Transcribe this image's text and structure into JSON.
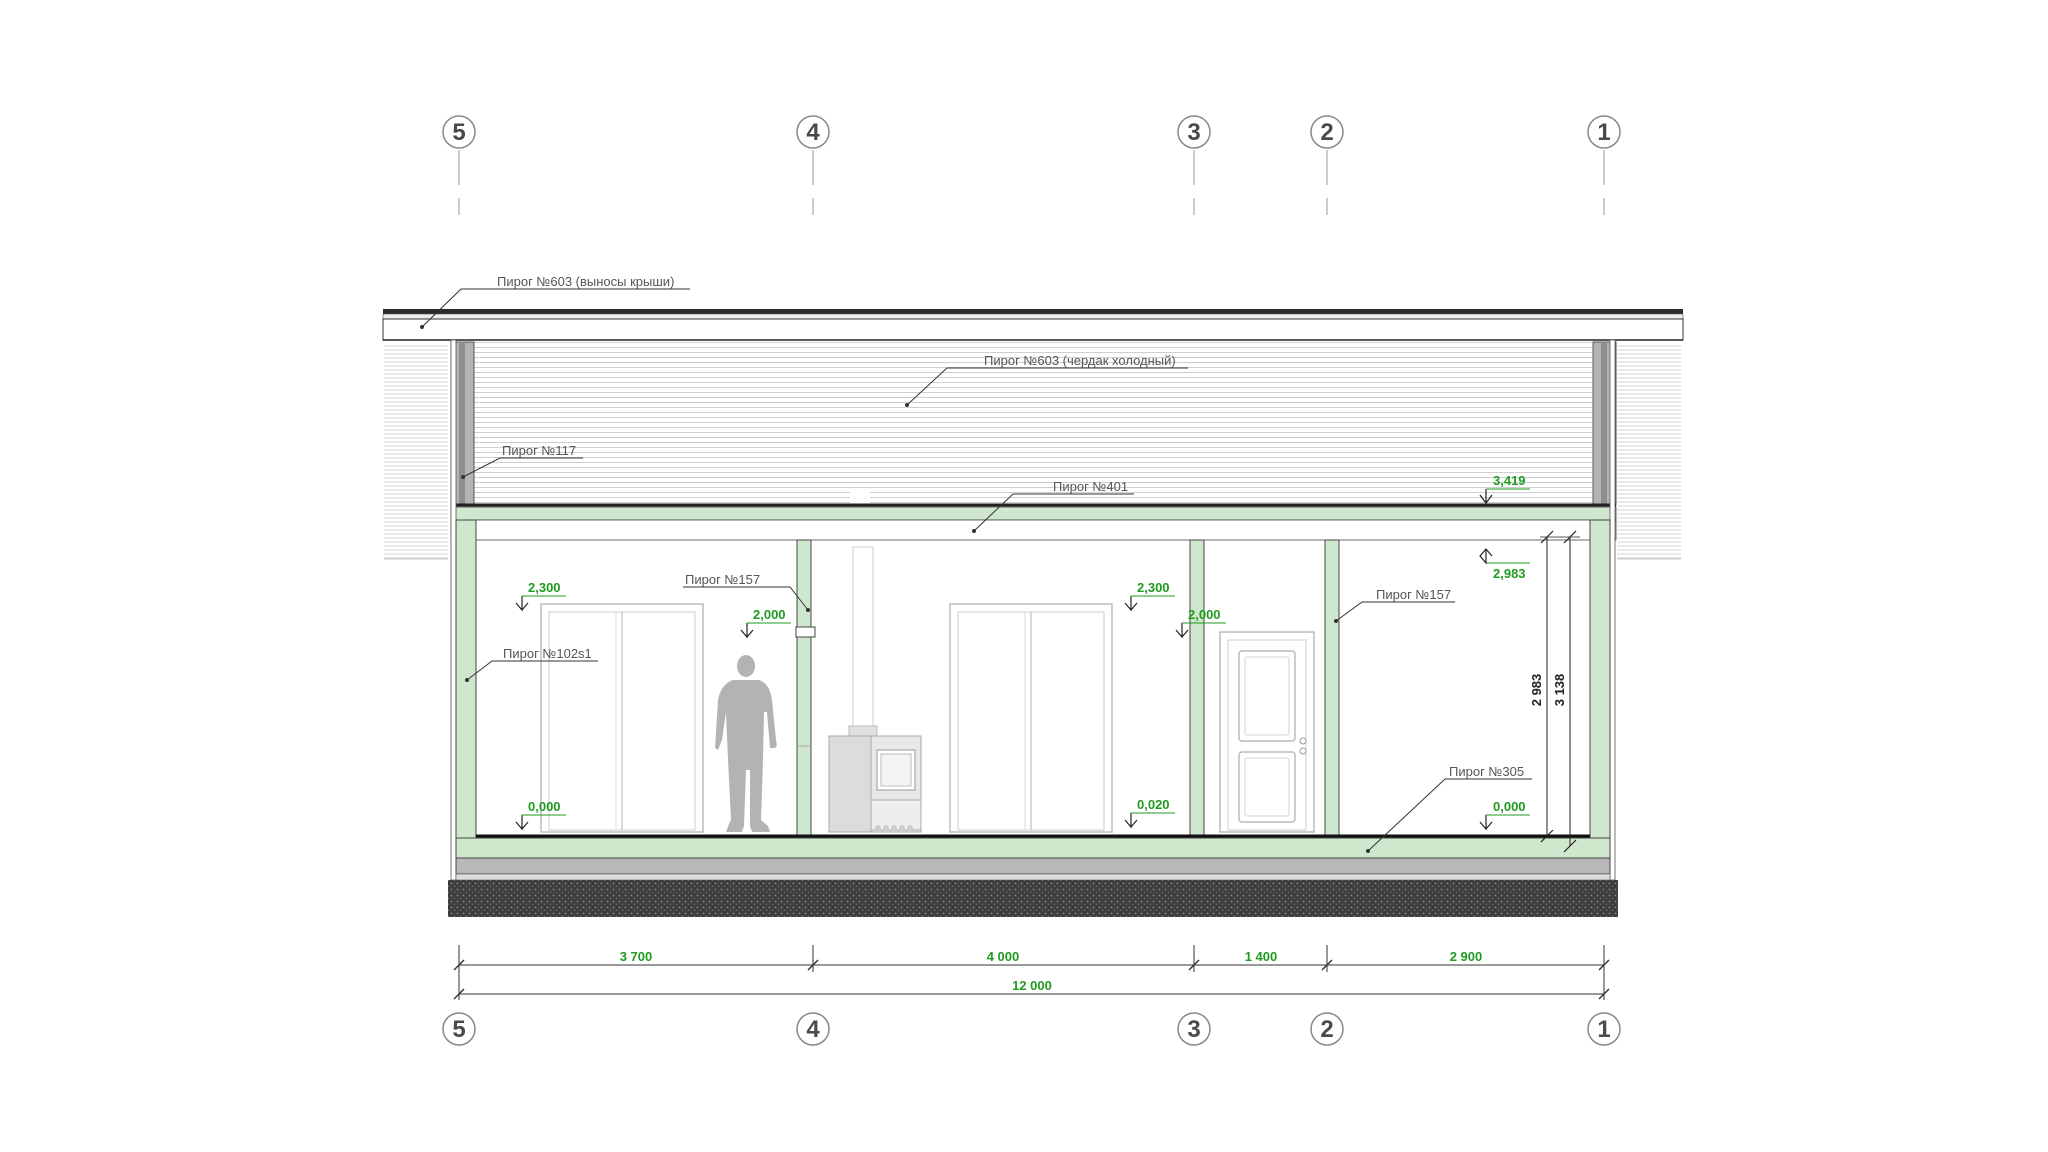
{
  "colors": {
    "wall_fill": "#cfe7cd",
    "elevation_text": "#1f9b1f",
    "ground_fill": "#4a4a4a",
    "structure_line": "#333333",
    "tag_text": "#555555"
  },
  "axes": {
    "top": [
      "5",
      "4",
      "3",
      "2",
      "1"
    ],
    "bottom": [
      "5",
      "4",
      "3",
      "2",
      "1"
    ]
  },
  "layers": {
    "roof_overhang": "Пирог №603  (выносы крыши)",
    "attic": "Пирог №603 (чердак холодный)",
    "gable_wall": "Пирог №117",
    "ceiling": "Пирог №401",
    "partition_left": "Пирог №157",
    "partition_right": "Пирог №157",
    "outer_wall": "Пирог №102s1",
    "floor": "Пирог №305"
  },
  "elevations": {
    "ceiling_top": "3,419",
    "ceiling_bottom": "2,983",
    "window_left_top": "2,300",
    "window_mid_top": "2,300",
    "door_left_top": "2,000",
    "door_mid_top": "2,000",
    "floor_left": "0,000",
    "floor_mid": "0,020",
    "floor_right": "0,000"
  },
  "dimensions": {
    "span_5_4": "3 700",
    "span_4_3": "4 000",
    "span_3_2": "1 400",
    "span_2_1": "2 900",
    "total": "12 000",
    "height_inner": "2 983",
    "height_total": "3 138"
  },
  "icons": {
    "person": "person-silhouette",
    "stove": "stove-icon",
    "door": "panel-door",
    "window": "sliding-window"
  }
}
